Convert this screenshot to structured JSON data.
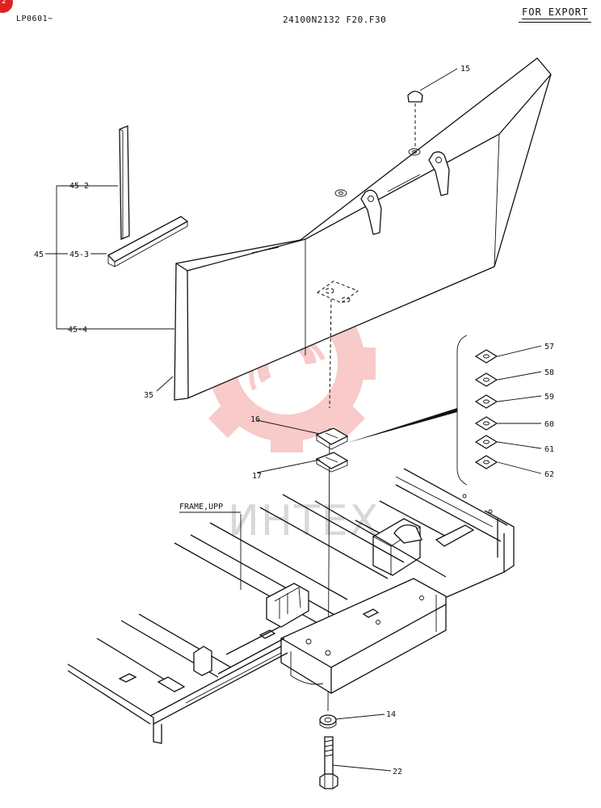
{
  "header": {
    "badge": "2",
    "left_code": "LP0601~",
    "center_title": "24100N2132 F20.F30",
    "right_note": "FOR EXPORT"
  },
  "watermark": {
    "text": "ИНТЕХ",
    "color": "#f4a0a0"
  },
  "callouts": {
    "c15": "15",
    "c45_2": "45-2",
    "c45": "45",
    "c45_3": "45-3",
    "c45_4": "45-4",
    "c35": "35",
    "c16": "16",
    "c17": "17",
    "c57": "57",
    "c58": "58",
    "c59": "59",
    "c60": "60",
    "c61": "61",
    "c62": "62",
    "frame_upp": "FRAME,UPP",
    "c14": "14",
    "c22": "22"
  }
}
